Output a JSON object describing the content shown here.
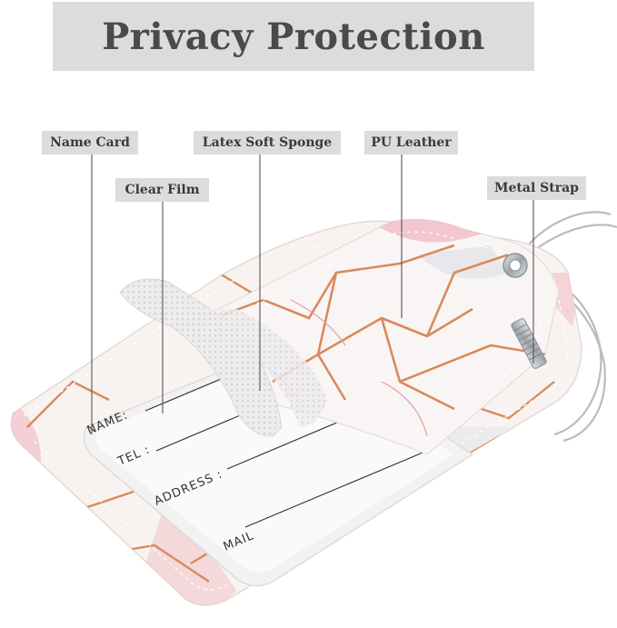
{
  "title": "Privacy Protection",
  "callouts": {
    "name_card": "Name Card",
    "clear_film": "Clear Film",
    "latex_soft_sponge": "Latex Soft Sponge",
    "pu_leather": "PU Leather",
    "metal_strap": "Metal Strap"
  },
  "card_fields": {
    "name": "NAME:",
    "tel": "TEL :",
    "address": "ADDRESS :",
    "mail": "MAIL"
  },
  "colors": {
    "title_bar": "#dcdcdc",
    "title_text": "#4a4a4a",
    "leather_base": "#f7f0ee",
    "marble_pink": "#f2b8c0",
    "rose_gold": "#d98a5c",
    "sponge": "#ece9ea",
    "metal": "#b9bdc2"
  }
}
